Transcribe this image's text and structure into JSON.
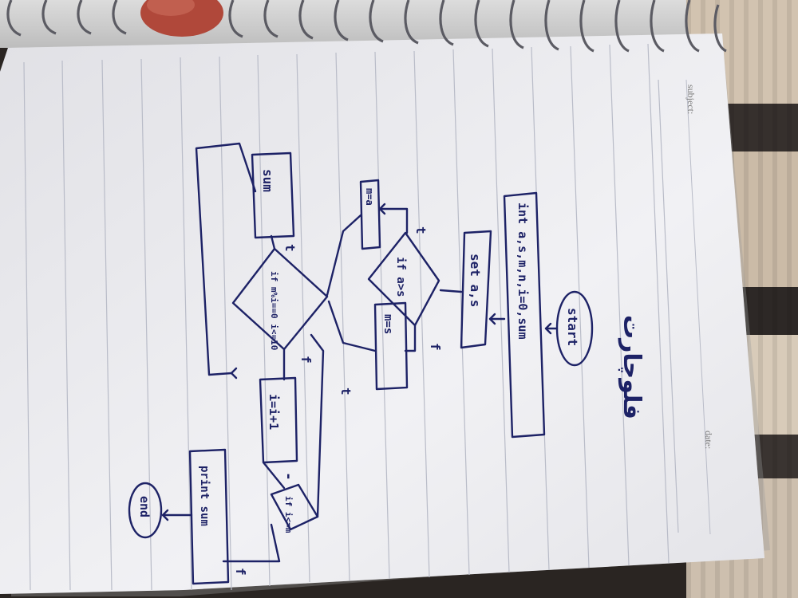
{
  "notebook": {
    "header": {
      "subject_label": "subject:",
      "date_label": "date:"
    },
    "title_handwritten": "فلوچارت",
    "flowchart": {
      "start": "start",
      "declare": "int a,s,m,n,i=0,sum",
      "input": "set a,s",
      "cond_a_s": "if a>s",
      "assign_m_a": "m=a",
      "assign_m_s": "m=s",
      "cond_loop": "if m%i==0 i<=10",
      "sum_box": "sum",
      "increment": "i=i+1",
      "cond_i": "if i<=m",
      "print": "print sum",
      "end": "end",
      "labels": {
        "true": "t",
        "false": "f",
        "minus": "-"
      }
    }
  }
}
